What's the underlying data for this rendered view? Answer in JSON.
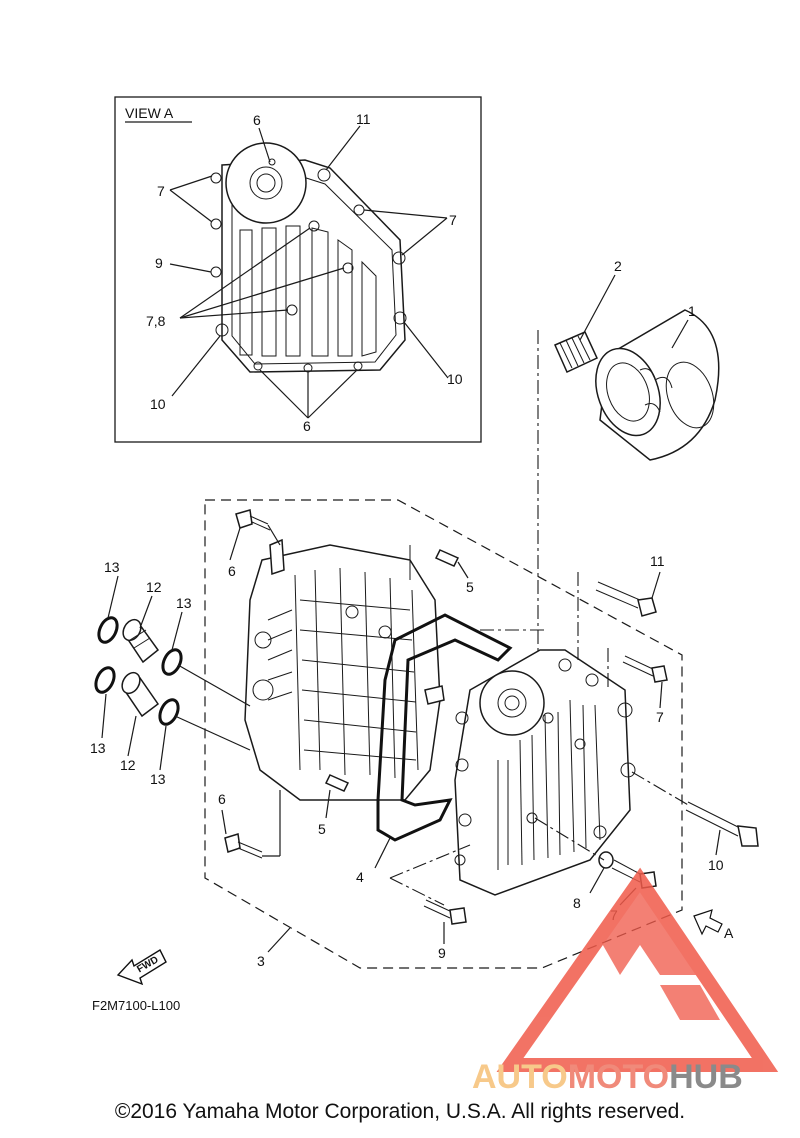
{
  "view": {
    "title": "VIEW A",
    "labels": [
      "6",
      "11",
      "7",
      "7",
      "9",
      "7,8",
      "10",
      "10",
      "6"
    ]
  },
  "callouts": [
    "1",
    "2",
    "3",
    "4",
    "5",
    "5",
    "6",
    "6",
    "7",
    "7",
    "8",
    "9",
    "10",
    "11",
    "12",
    "12",
    "13",
    "13",
    "13",
    "13"
  ],
  "direction": {
    "fwd": "FWD",
    "view_pointer": "A"
  },
  "diagram_code": "F2M7100-L100",
  "watermark": {
    "brand_auto": "AUTO",
    "brand_moto": "MOTO",
    "brand_hub": "HUB",
    "color_auto": "#f7c98a",
    "color_moto": "#f08a7a",
    "color_hub": "#8a8a8a",
    "color_logo": "#f05a4a"
  },
  "copyright": "©2016 Yamaha Motor Corporation, U.S.A. All rights reserved."
}
